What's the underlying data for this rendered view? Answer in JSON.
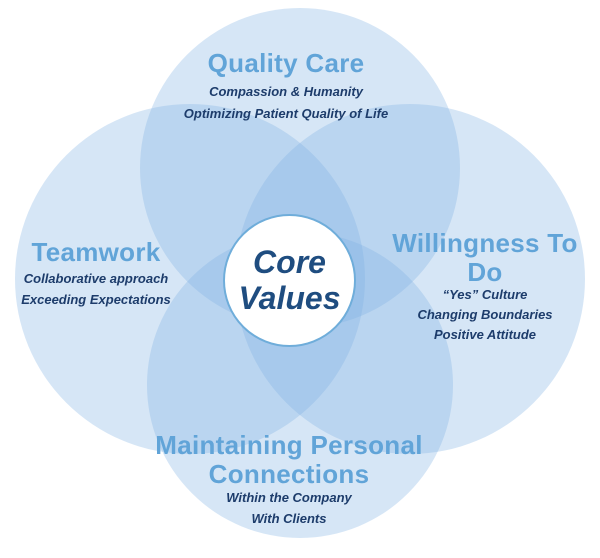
{
  "diagram_title": "Core Values",
  "center": {
    "label": "Core Values"
  },
  "circles": {
    "top": {
      "heading": "Quality Care",
      "items": [
        "Compassion & Humanity",
        "Optimizing Patient Quality of Life"
      ]
    },
    "left": {
      "heading": "Teamwork",
      "items": [
        "Collaborative approach",
        "Exceeding Expectations"
      ]
    },
    "right": {
      "heading": "Willingness To Do",
      "items": [
        "“Yes” Culture",
        "Changing Boundaries",
        "Positive Attitude"
      ]
    },
    "bottom": {
      "heading": "Maintaining Personal Connections",
      "items": [
        "Within the Company",
        "With Clients"
      ]
    }
  },
  "colors": {
    "circle_fill": "rgba(128, 178, 226, 0.32)",
    "heading": "#61a4d8",
    "subtext": "#1d3c6b",
    "center_text": "#1f4d80",
    "center_border": "#6fadda"
  }
}
